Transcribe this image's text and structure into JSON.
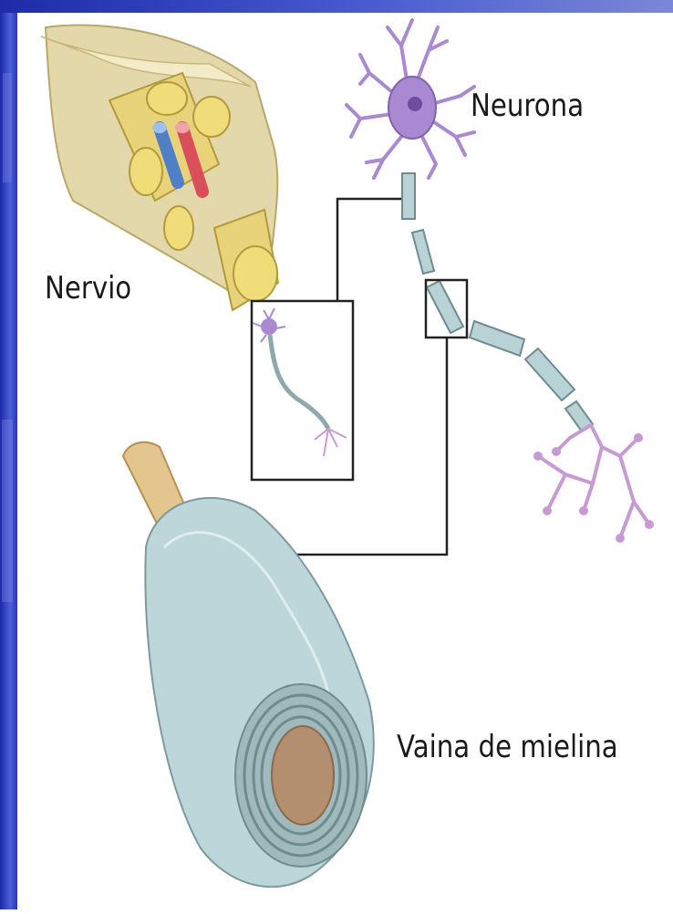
{
  "labels": {
    "neuron": "Neurona",
    "nerve": "Nervio",
    "myelin": "Vaina de mielina"
  },
  "colors": {
    "frame": "#2b35b8",
    "neuron_body": "#a98ad2",
    "dendrite": "#c79ad4",
    "nerve_tissue": "#e9d98c",
    "myelin": "#b9d2d6",
    "axon_core": "#b08e6e",
    "vein": "#4f7fc6",
    "artery": "#d94f5c"
  },
  "icons": [
    "nerve-bundle-illustration",
    "neuron-illustration",
    "myelin-sheath-illustration"
  ]
}
